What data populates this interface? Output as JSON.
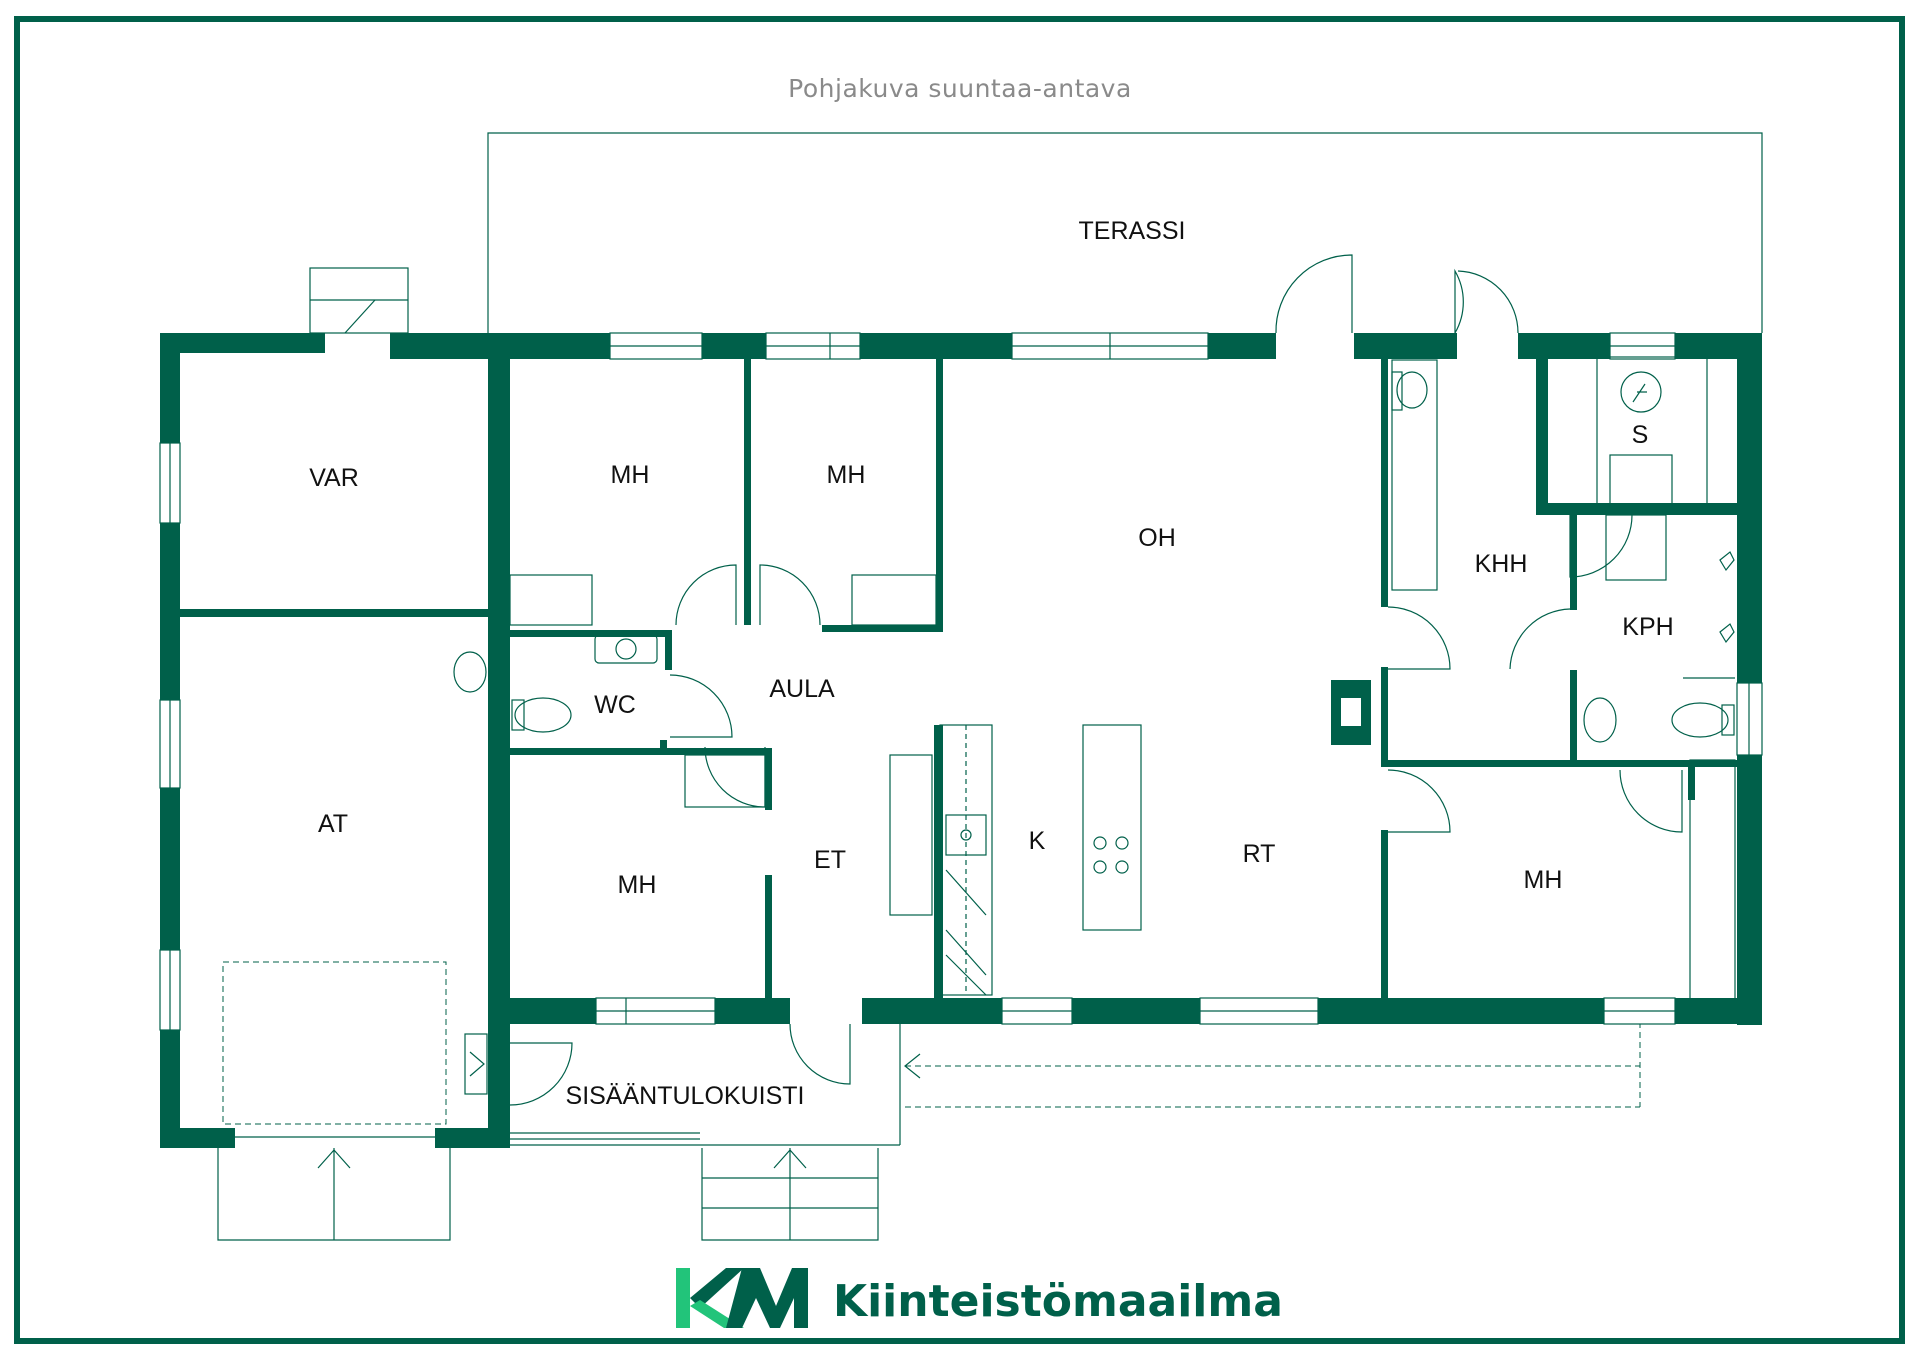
{
  "note": "Pohjakuva suuntaa-antava",
  "rooms": {
    "terassi": "TERASSI",
    "var": "VAR",
    "mh1": "MH",
    "mh2": "MH",
    "oh": "OH",
    "s": "S",
    "khh": "KHH",
    "kph": "KPH",
    "wc": "WC",
    "aula": "AULA",
    "at": "AT",
    "k": "K",
    "rt": "RT",
    "et": "ET",
    "mh3": "MH",
    "mh4": "MH",
    "sisaantulokuisti": "SISÄÄNTULOKUISTI"
  },
  "brand": {
    "logo_letters": "KM",
    "name": "Kiinteistömaailma"
  },
  "colors": {
    "wall": "#00604a",
    "line": "#00604a",
    "logo_light": "#22c47a",
    "note": "#8a8a8a"
  }
}
